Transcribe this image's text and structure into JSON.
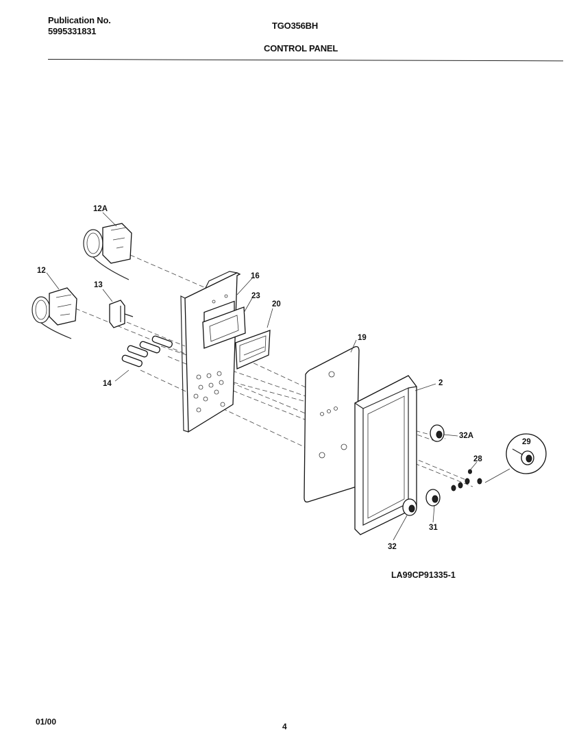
{
  "header": {
    "publication_label": "Publication No.",
    "publication_number": "5995331831",
    "model": "TGO356BH",
    "section": "CONTROL PANEL"
  },
  "drawing_number": "LA99CP91335-1",
  "footer": {
    "date": "01/00",
    "page": "4"
  },
  "callouts": [
    "12A",
    "12",
    "13",
    "14",
    "16",
    "23",
    "20",
    "19",
    "2",
    "32A",
    "29",
    "28",
    "31",
    "32"
  ],
  "parts": [
    {
      "callout": "12A",
      "icon": "thermostat-with-capillary-icon"
    },
    {
      "callout": "12",
      "icon": "thermostat-with-capillary-icon"
    },
    {
      "callout": "13",
      "icon": "switch-icon"
    },
    {
      "callout": "14",
      "icon": "indicator-light-icon"
    },
    {
      "callout": "16",
      "icon": "mounting-bracket-icon"
    },
    {
      "callout": "23",
      "icon": "bracket-frame-icon"
    },
    {
      "callout": "20",
      "icon": "clock-timer-icon"
    },
    {
      "callout": "19",
      "icon": "control-panel-overlay-icon"
    },
    {
      "callout": "2",
      "icon": "control-panel-frame-icon"
    },
    {
      "callout": "32A",
      "icon": "knob-icon"
    },
    {
      "callout": "29",
      "icon": "clock-knob-icon"
    },
    {
      "callout": "28",
      "icon": "screw-icon"
    },
    {
      "callout": "31",
      "icon": "knob-icon"
    },
    {
      "callout": "32",
      "icon": "knob-icon"
    }
  ]
}
